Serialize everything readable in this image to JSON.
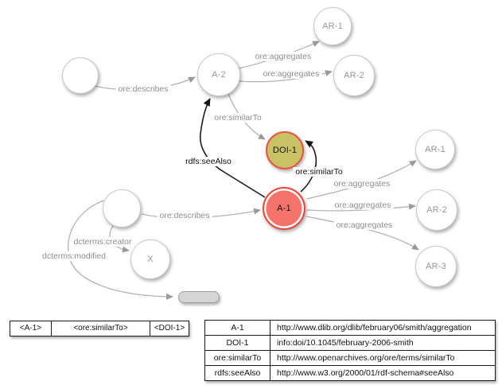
{
  "diagram": {
    "nodes": [
      {
        "id": "blank-resource-top",
        "label": ""
      },
      {
        "id": "aggregation-a2",
        "label": "A-2"
      },
      {
        "id": "ar1-top",
        "label": "AR-1"
      },
      {
        "id": "ar2-top",
        "label": "AR-2"
      },
      {
        "id": "doi-1",
        "label": "DOI-1"
      },
      {
        "id": "aggregation-a1",
        "label": "A-1"
      },
      {
        "id": "ar1-right",
        "label": "AR-1"
      },
      {
        "id": "ar2-right",
        "label": "AR-2"
      },
      {
        "id": "ar3-right",
        "label": "AR-3"
      },
      {
        "id": "blank-resource-bottom",
        "label": ""
      },
      {
        "id": "x-node",
        "label": "X"
      }
    ],
    "edge_labels": [
      "ore:describes",
      "ore:aggregates",
      "ore:aggregates",
      "ore:similarTo",
      "rdfs:seeAlso",
      "ore:similarTo",
      "ore:describes",
      "ore:aggregates",
      "ore:aggregates",
      "ore:aggregates",
      "dcterms:creator",
      "dcterms:modified"
    ],
    "colors": {
      "doi_node_fill": "#c9c166",
      "a1_node_fill": "#f4736b",
      "highlight_red_border": "#e84a39",
      "gray_edge": "#b3b3b3",
      "black_edge": "#1a1a1a",
      "literal_pill_fill": "#d5d5d5"
    }
  },
  "statement_table": {
    "cells": [
      "<A-1>",
      "<ore:similarTo>",
      "<DOI-1>"
    ]
  },
  "uri_table": {
    "rows": [
      {
        "term": "A-1",
        "uri": "http://www.dlib.org/dlib/february06/smith/aggregation"
      },
      {
        "term": "DOI-1",
        "uri": "info:doi/10.1045/february-2006-smith"
      },
      {
        "term": "ore:similarTo",
        "uri": "http://www.openarchives.org/ore/terms/similarTo"
      },
      {
        "term": "rdfs:seeAlso",
        "uri": "http://www.w3.org/2000/01/rdf-schema#seeAlso"
      }
    ]
  }
}
